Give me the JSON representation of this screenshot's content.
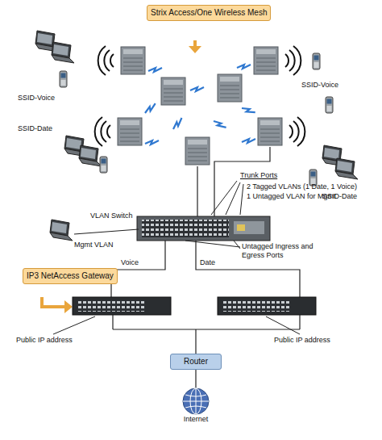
{
  "diagram": {
    "nodes": [
      {
        "text": [
          "Strix Access/One Wireless Mesh"
        ]
      },
      {
        "text": [
          "IP3 NetAccess Gateway"
        ]
      },
      {
        "text": [
          "Router"
        ]
      },
      {
        "text": [
          "Internet"
        ]
      }
    ],
    "edges": [
      {
        "from": 2,
        "to": 3,
        "arrow": "none"
      }
    ],
    "labels": [
      "SSID-Voice",
      "SSID-Voice",
      "SSID-Date",
      "SSID-Date",
      "Trunk Ports",
      "2 Tagged VLANs (1 Date, 1 Voice)",
      "1 Untagged VLAN for Mgmt",
      "VLAN Switch",
      "Mgmt VLAN",
      "Voice",
      "Date",
      "Untagged Ingress and Egress Ports",
      "Public IP address",
      "Public IP address"
    ]
  }
}
